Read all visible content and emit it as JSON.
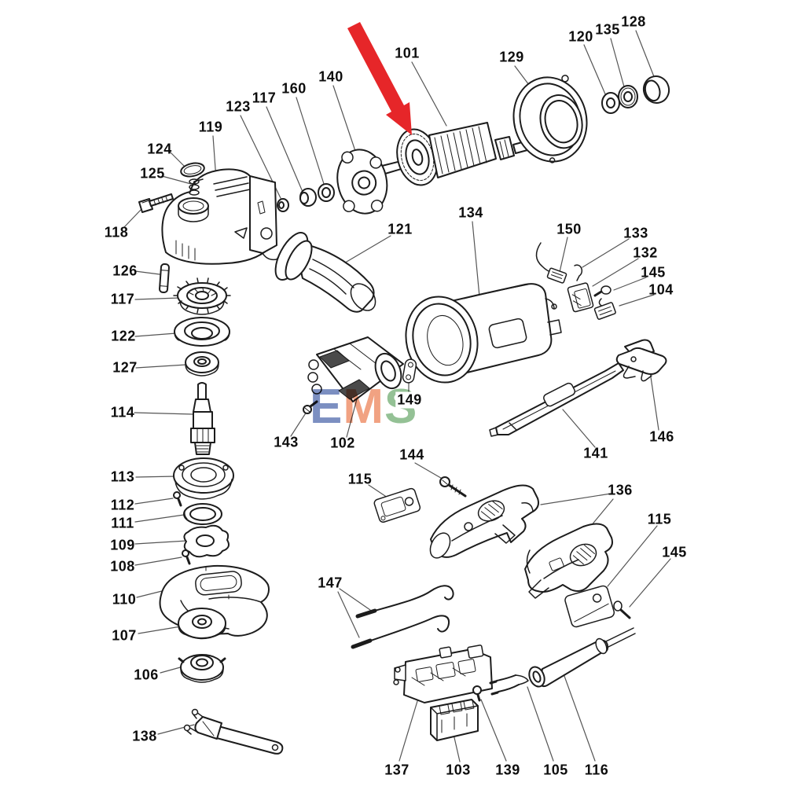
{
  "diagram": {
    "type": "exploded-parts-diagram",
    "subject": "angle grinder spare parts schematic",
    "highlight": {
      "shape": "red-arrow",
      "color": "#e62629",
      "points_to_part": "101"
    }
  },
  "watermark": {
    "letters": [
      {
        "char": "E",
        "color": "#7287bd"
      },
      {
        "char": "M",
        "color": "#f09b78"
      },
      {
        "char": "S",
        "color": "#8cbc8d"
      }
    ]
  },
  "parts": {
    "p101": "101",
    "p102": "102",
    "p103": "103",
    "p104": "104",
    "p105": "105",
    "p106": "106",
    "p107": "107",
    "p108": "108",
    "p109": "109",
    "p110": "110",
    "p111": "111",
    "p112": "112",
    "p113": "113",
    "p114": "114",
    "p115": "115",
    "p116": "116",
    "p117": "117",
    "p118": "118",
    "p119": "119",
    "p120": "120",
    "p121": "121",
    "p122": "122",
    "p123": "123",
    "p124": "124",
    "p125": "125",
    "p126": "126",
    "p127": "127",
    "p128": "128",
    "p129": "129",
    "p132": "132",
    "p133": "133",
    "p134": "134",
    "p135": "135",
    "p136": "136",
    "p137": "137",
    "p138": "138",
    "p139": "139",
    "p140": "140",
    "p141": "141",
    "p143": "143",
    "p144": "144",
    "p145": "145",
    "p146": "146",
    "p147": "147",
    "p149": "149",
    "p150": "150",
    "p160": "160"
  }
}
